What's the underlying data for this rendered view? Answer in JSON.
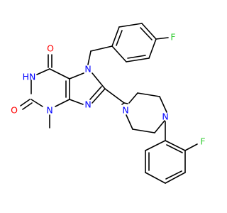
{
  "molecule": {
    "colors": {
      "carbon": "#000000",
      "nitrogen": "#0000ff",
      "oxygen": "#ff0000",
      "fluorine": "#33cc33"
    },
    "atom_labels": {
      "o_top": "O",
      "n7": "N",
      "f_top": "F",
      "hn1": "HN",
      "n3": "N",
      "n9": "N",
      "o_bottom": "O",
      "n_pip_1": "N",
      "n_pip_4": "N",
      "f_bottom": "F"
    }
  }
}
